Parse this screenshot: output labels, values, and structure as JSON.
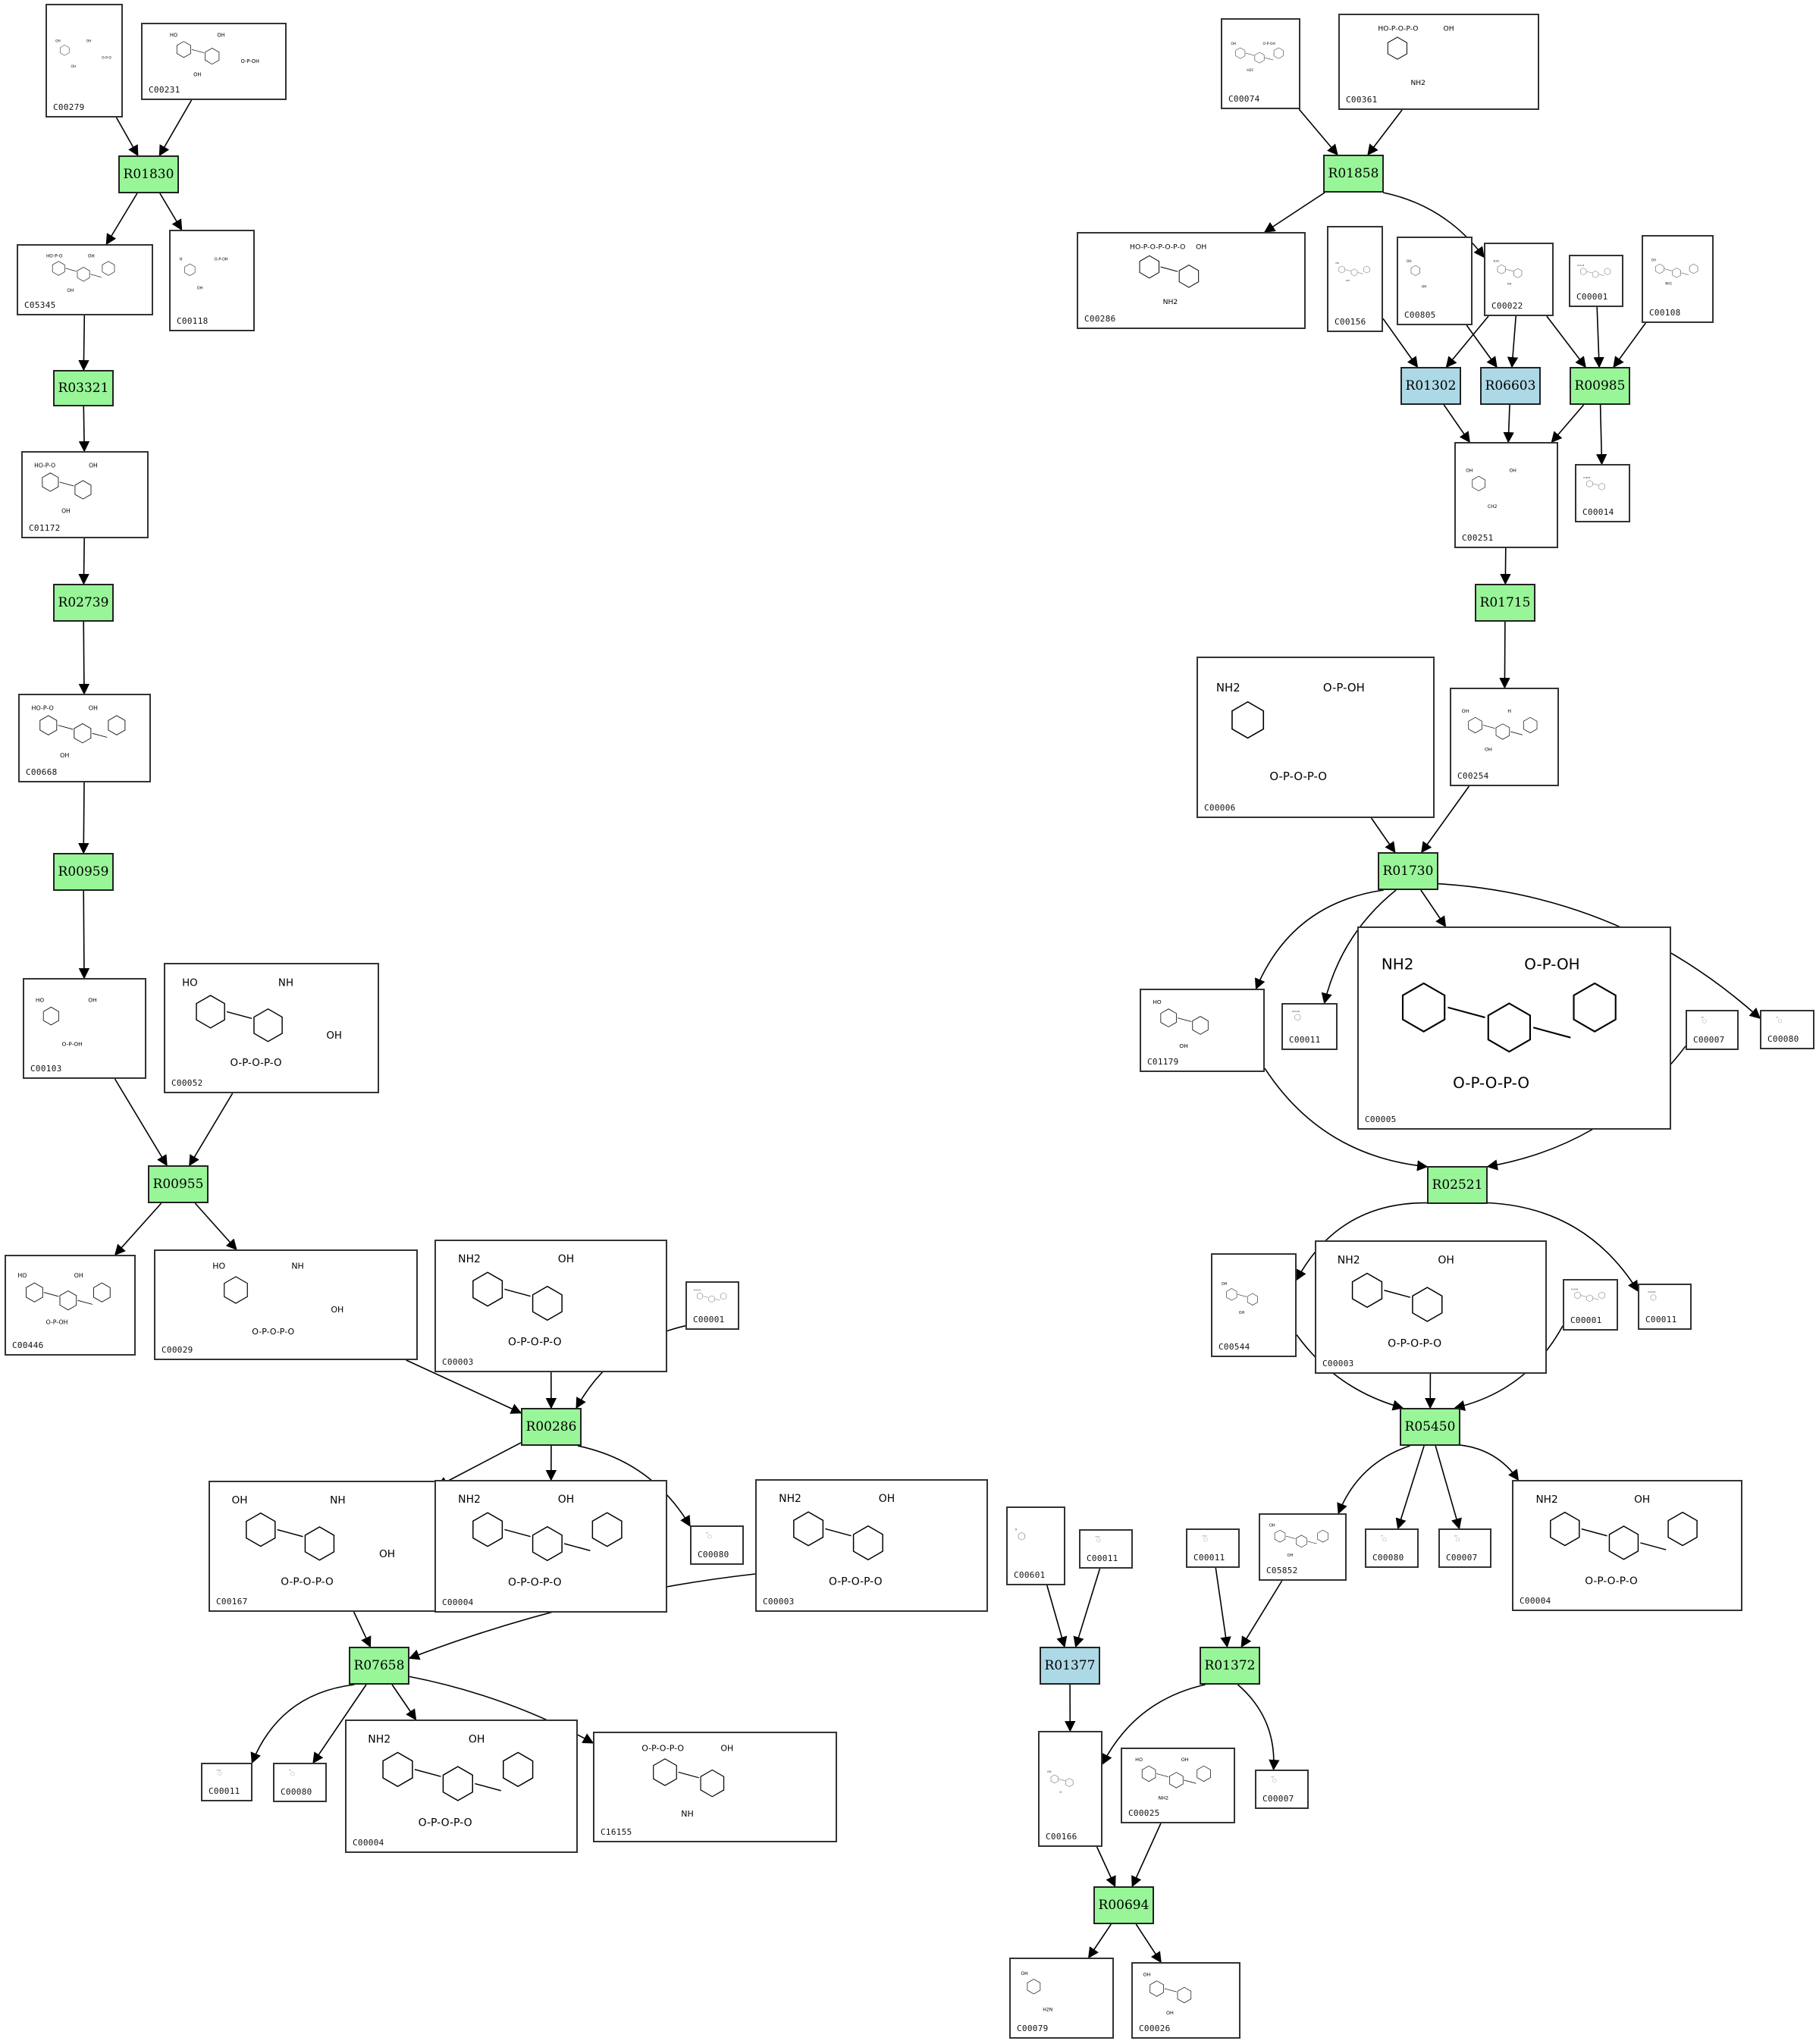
{
  "colors": {
    "reaction_green": "#98f598",
    "reaction_blue": "#add8e6",
    "edge": "#000000"
  },
  "reactions": [
    {
      "id": "R01830",
      "color": "green"
    },
    {
      "id": "R03321",
      "color": "green"
    },
    {
      "id": "R02739",
      "color": "green"
    },
    {
      "id": "R00959",
      "color": "green"
    },
    {
      "id": "R00955",
      "color": "green"
    },
    {
      "id": "R00286",
      "color": "green"
    },
    {
      "id": "R07658",
      "color": "green"
    },
    {
      "id": "R01858",
      "color": "green"
    },
    {
      "id": "R01302",
      "color": "blue"
    },
    {
      "id": "R06603",
      "color": "blue"
    },
    {
      "id": "R00985",
      "color": "green"
    },
    {
      "id": "R01715",
      "color": "green"
    },
    {
      "id": "R01730",
      "color": "green"
    },
    {
      "id": "R02521",
      "color": "green"
    },
    {
      "id": "R05450",
      "color": "green"
    },
    {
      "id": "R01377",
      "color": "blue"
    },
    {
      "id": "R01372",
      "color": "green"
    },
    {
      "id": "R00694",
      "color": "green"
    }
  ],
  "compounds": [
    {
      "id": "C00279",
      "labels": [
        "OH",
        "OH",
        "OH",
        "O-P-O"
      ]
    },
    {
      "id": "C00231",
      "labels": [
        "HO",
        "OH",
        "OH",
        "O-P-OH"
      ]
    },
    {
      "id": "C05345",
      "labels": [
        "HO-P-O",
        "OH",
        "OH"
      ]
    },
    {
      "id": "C00118",
      "labels": [
        "H",
        "OH",
        "O-P-OH"
      ]
    },
    {
      "id": "C01172",
      "labels": [
        "HO-P-O",
        "OH",
        "OH"
      ]
    },
    {
      "id": "C00668",
      "labels": [
        "HO-P-O",
        "OH",
        "OH"
      ]
    },
    {
      "id": "C00103",
      "labels": [
        "HO",
        "O-P-OH",
        "OH"
      ]
    },
    {
      "id": "C00052",
      "labels": [
        "HO",
        "O-P-O-P-O",
        "NH",
        "OH"
      ]
    },
    {
      "id": "C00446",
      "labels": [
        "HO",
        "O-P-OH",
        "OH"
      ]
    },
    {
      "id": "C00029",
      "labels": [
        "HO",
        "O-P-O-P-O",
        "NH",
        "OH"
      ]
    },
    {
      "id": "C00003",
      "labels": [
        "NH2",
        "O-P-O-P-O",
        "OH"
      ]
    },
    {
      "id": "C00001",
      "labels": [
        "H-O-H"
      ]
    },
    {
      "id": "C00080",
      "labels": [
        "H+"
      ]
    },
    {
      "id": "C00167",
      "labels": [
        "OH",
        "O-P-O-P-O",
        "NH",
        "OH"
      ]
    },
    {
      "id": "C00004",
      "labels": [
        "NH2",
        "O-P-O-P-O",
        "OH"
      ]
    },
    {
      "id": "C00011",
      "labels": [
        "O=C=O"
      ]
    },
    {
      "id": "C16155",
      "labels": [
        "O-P-O-P-O",
        "NH",
        "OH"
      ]
    },
    {
      "id": "C00074",
      "labels": [
        "OH",
        "H2C",
        "O-P-OH"
      ]
    },
    {
      "id": "C00361",
      "labels": [
        "HO-P-O-P-O",
        "NH2",
        "OH"
      ]
    },
    {
      "id": "C00286",
      "labels": [
        "HO-P-O-P-O-P-O",
        "NH2",
        "OH"
      ]
    },
    {
      "id": "C00156",
      "labels": [
        "HO",
        "OH"
      ]
    },
    {
      "id": "C00805",
      "labels": [
        "OH",
        "OH"
      ]
    },
    {
      "id": "C00022",
      "labels": [
        "H3C",
        "OH"
      ]
    },
    {
      "id": "C00108",
      "labels": [
        "OH",
        "NH2"
      ]
    },
    {
      "id": "C00251",
      "labels": [
        "OH",
        "CH2",
        "OH"
      ]
    },
    {
      "id": "C00014",
      "labels": [
        "H-N-H"
      ]
    },
    {
      "id": "C00254",
      "labels": [
        "OH",
        "OH",
        "H"
      ]
    },
    {
      "id": "C00006",
      "labels": [
        "NH2",
        "O-P-O-P-O",
        "O-P-OH"
      ]
    },
    {
      "id": "C01179",
      "labels": [
        "HO",
        "OH"
      ]
    },
    {
      "id": "C00005",
      "labels": [
        "NH2",
        "O-P-O-P-O",
        "O-P-OH"
      ]
    },
    {
      "id": "C00007",
      "labels": [
        "O=O"
      ]
    },
    {
      "id": "C00544",
      "labels": [
        "OH",
        "OH"
      ]
    },
    {
      "id": "C05852",
      "labels": [
        "OH",
        "OH"
      ]
    },
    {
      "id": "C00601",
      "labels": [
        "O"
      ]
    },
    {
      "id": "C00166",
      "labels": [
        "OH",
        "O"
      ]
    },
    {
      "id": "C00025",
      "labels": [
        "HO",
        "NH2",
        "OH"
      ]
    },
    {
      "id": "C00079",
      "labels": [
        "OH",
        "H2N"
      ]
    },
    {
      "id": "C00026",
      "labels": [
        "OH",
        "OH"
      ]
    }
  ]
}
